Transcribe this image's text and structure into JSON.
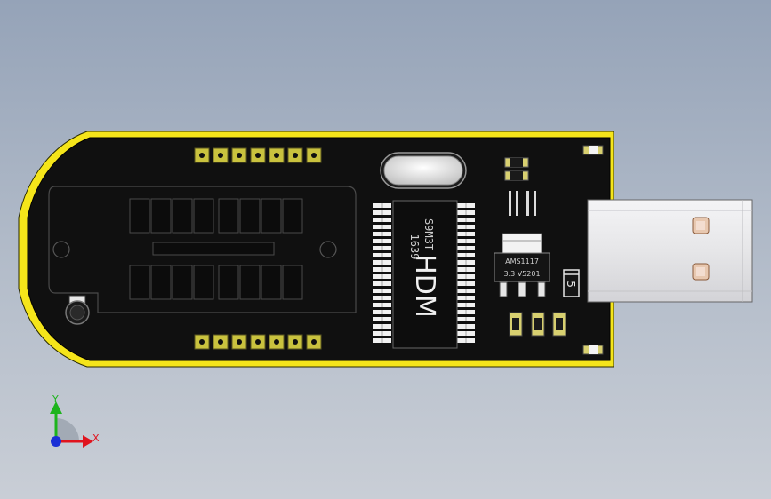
{
  "board": {
    "chip_marking": "HDM",
    "chip_code_1": "S9M3T",
    "chip_code_2": "1639",
    "regulator_marking_1": "AMS1117",
    "regulator_marking_2": "3.3 V5201",
    "diode_label": "5"
  },
  "axes": {
    "x_label": "X",
    "y_label": "Y"
  },
  "colors": {
    "background_top": "#95a3b8",
    "background_bottom": "#c9ced6",
    "pcb": "#101010",
    "pcb_edge": "#f5e51a",
    "pad_gold": "#c9c23e",
    "usb_metal": "#e8e8ea",
    "axis_x": "#e0141e",
    "axis_y": "#1db41d",
    "axis_z": "#1a2fd6"
  }
}
